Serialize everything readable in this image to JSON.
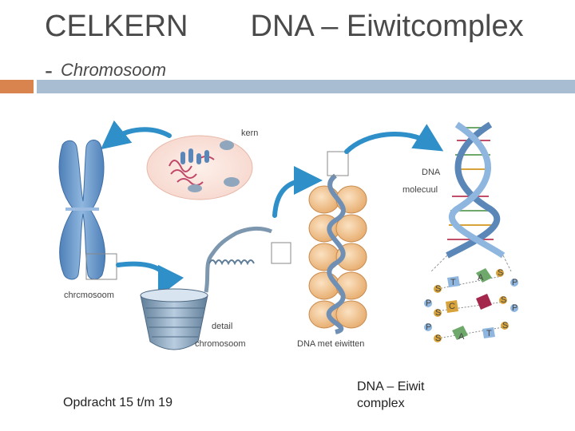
{
  "slide": {
    "title_left": "CELKERN",
    "title_right": "DNA – Eiwitcomplex",
    "subtitle_dash": "-",
    "subtitle": "Chromosoom"
  },
  "diagram": {
    "labels": {
      "kern": "kern",
      "dna": "DNA",
      "molecuul": "molecuul",
      "chromosoom": "chrcmosoom",
      "detail": "detail",
      "detail_chromosoom": "chromosoom",
      "dna_met_eiwitten": "DNA met eiwitten"
    },
    "base_labels": {
      "T1": "T",
      "A1": "A",
      "C1": "C",
      "A2": "A",
      "T2": "T",
      "S1": "S",
      "S2": "S",
      "S3": "S",
      "S4": "S",
      "S5": "S",
      "S6": "S",
      "P1": "P",
      "P2": "P",
      "P3": "P",
      "P4": "P"
    }
  },
  "captions": {
    "left": "Opdracht 15 t/m 19",
    "right_line1": "DNA – Eiwit",
    "right_line2": "complex"
  },
  "colors": {
    "accent_orange": "#d9844e",
    "accent_blue": "#a8bdd2",
    "chromosome_blue": "#6f9ccc",
    "arrow_blue": "#2e8fc9"
  }
}
